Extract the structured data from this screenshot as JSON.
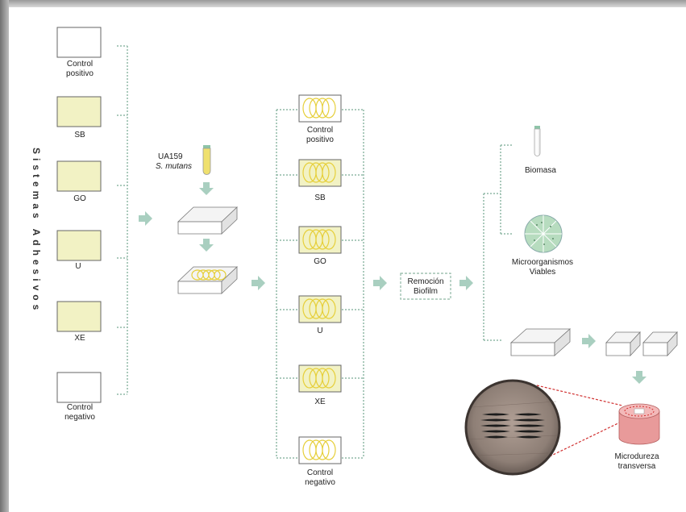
{
  "title_vertical": "Sistemas Adhesivos",
  "left_groups": [
    {
      "label_lines": [
        "Control",
        "positivo"
      ],
      "fill": "#ffffff"
    },
    {
      "label_lines": [
        "SB"
      ],
      "fill": "#f2f2c4"
    },
    {
      "label_lines": [
        "GO"
      ],
      "fill": "#f2f2c4"
    },
    {
      "label_lines": [
        "U"
      ],
      "fill": "#f2f2c4"
    },
    {
      "label_lines": [
        "XE"
      ],
      "fill": "#f2f2c4"
    },
    {
      "label_lines": [
        "Control",
        "negativo"
      ],
      "fill": "#ffffff"
    }
  ],
  "inoculum": {
    "strain": "UA159",
    "species": "S. mutans"
  },
  "biofilm_groups": [
    {
      "label_lines": [
        "Control",
        "positivo"
      ],
      "fill": "#ffffff"
    },
    {
      "label_lines": [
        "SB"
      ],
      "fill": "#f2f2c4"
    },
    {
      "label_lines": [
        "GO"
      ],
      "fill": "#f2f2c4"
    },
    {
      "label_lines": [
        "U"
      ],
      "fill": "#f2f2c4"
    },
    {
      "label_lines": [
        "XE"
      ],
      "fill": "#f2f2c4"
    },
    {
      "label_lines": [
        "Control",
        "negativo"
      ],
      "fill": "#ffffff"
    }
  ],
  "removal_box": {
    "label_lines": [
      "Remoción",
      "Biofilm"
    ]
  },
  "outputs": {
    "biomass": "Biomasa",
    "viable_lines": [
      "Microorganismos",
      "Viables"
    ],
    "microhardness_lines": [
      "Microdureza",
      "transversa"
    ]
  },
  "colors": {
    "connector": "#8fb8a5",
    "arrow": "#a9cfc0",
    "yellow_fill": "#f2f2c4",
    "coil": "#e6cf3a",
    "petri": "#b7dcbf",
    "cylinder": "#e89a9a",
    "zoom_line": "#d03030"
  }
}
